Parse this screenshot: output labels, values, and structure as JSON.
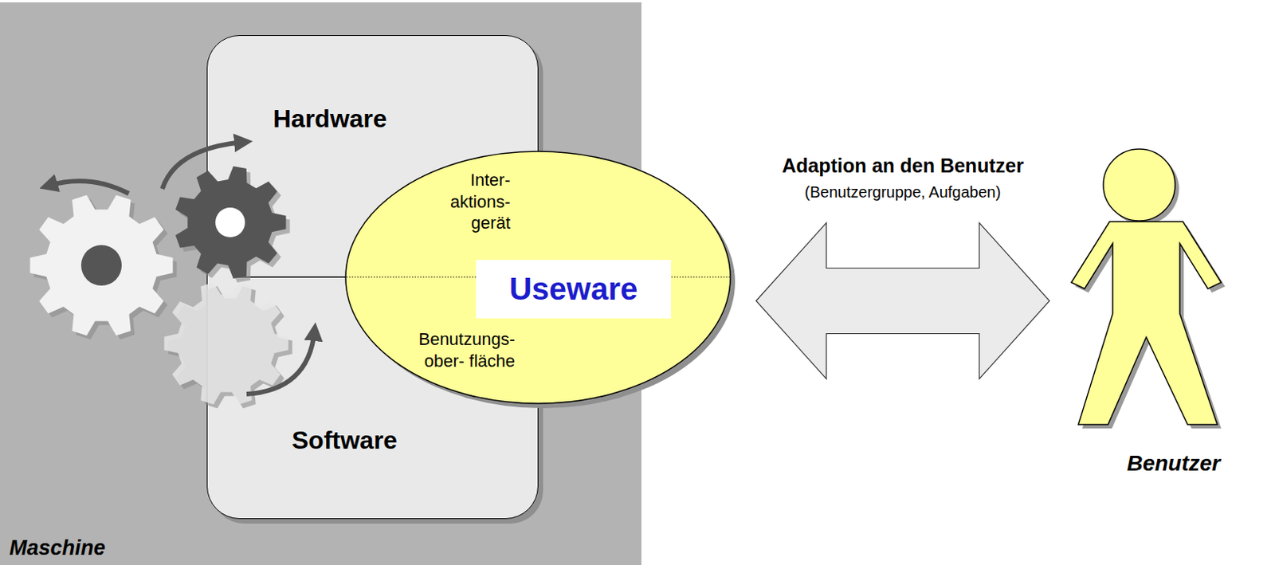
{
  "diagram": {
    "nodes": [
      {
        "text": [
          "Maschine"
        ]
      },
      {
        "text": [
          "Hardware",
          "Software"
        ],
        "in": 0
      },
      {
        "text": [
          "Inter- aktions- gerät",
          "Useware",
          "Benutzungs- ober- fläche"
        ]
      },
      {
        "text": [
          "Benutzer"
        ]
      }
    ],
    "edges": [
      {
        "from": 2,
        "to": 3,
        "arrow": "both",
        "label": "Adaption an den Benutzer"
      }
    ],
    "labels": [
      "(Benutzergruppe, Aufgaben)"
    ]
  }
}
